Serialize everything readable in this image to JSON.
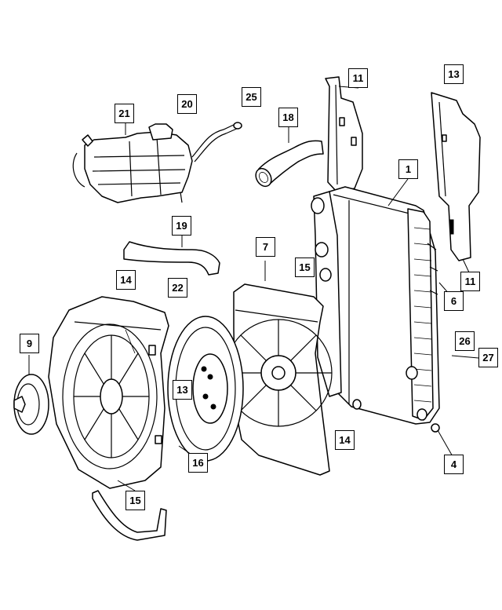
{
  "callouts": {
    "c1": "1",
    "c4": "4",
    "c6": "6",
    "c7": "7",
    "c9": "9",
    "c11a": "11",
    "c11b": "11",
    "c13a": "13",
    "c13b": "13",
    "c14a": "14",
    "c14b": "14",
    "c15a": "15",
    "c15b": "15",
    "c16": "16",
    "c18": "18",
    "c19": "19",
    "c20": "20",
    "c21": "21",
    "c22": "22",
    "c25": "25",
    "c26": "26",
    "c27": "27"
  }
}
